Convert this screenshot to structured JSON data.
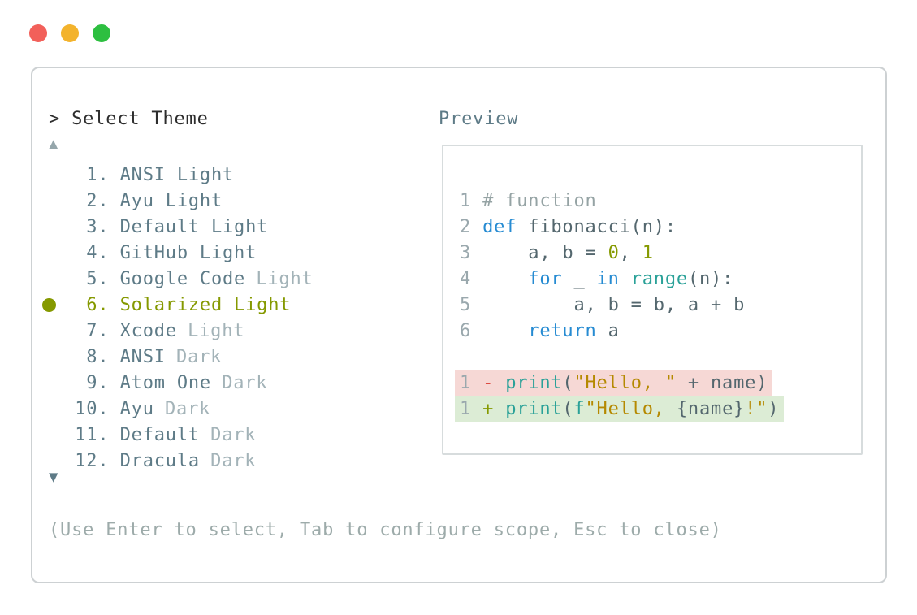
{
  "window": {
    "controls": [
      {
        "name": "close",
        "color": "#f2605a"
      },
      {
        "name": "minimize",
        "color": "#f3b32d"
      },
      {
        "name": "maximize",
        "color": "#2dbf40"
      }
    ]
  },
  "selector": {
    "title": "> Select Theme",
    "scroll_up": "▲",
    "scroll_down": "▼",
    "hint": "(Use Enter to select, Tab to configure scope, Esc to close)",
    "selected_theme": "Solarized Light",
    "items": [
      {
        "number": "1.",
        "name": "ANSI Light",
        "variant": "",
        "selected": false
      },
      {
        "number": "2.",
        "name": "Ayu Light",
        "variant": "",
        "selected": false
      },
      {
        "number": "3.",
        "name": "Default Light",
        "variant": "",
        "selected": false
      },
      {
        "number": "4.",
        "name": "GitHub Light",
        "variant": "",
        "selected": false
      },
      {
        "number": "5.",
        "name": "Google Code",
        "variant": "Light",
        "selected": false
      },
      {
        "number": "6.",
        "name": "Solarized Light",
        "variant": "",
        "selected": true
      },
      {
        "number": "7.",
        "name": "Xcode",
        "variant": "Light",
        "selected": false
      },
      {
        "number": "8.",
        "name": "ANSI",
        "variant": "Dark",
        "selected": false
      },
      {
        "number": "9.",
        "name": "Atom One",
        "variant": "Dark",
        "selected": false
      },
      {
        "number": "10.",
        "name": "Ayu",
        "variant": "Dark",
        "selected": false
      },
      {
        "number": "11.",
        "name": "Default",
        "variant": "Dark",
        "selected": false
      },
      {
        "number": "12.",
        "name": "Dracula",
        "variant": "Dark",
        "selected": false
      }
    ]
  },
  "preview": {
    "title": "Preview",
    "code": [
      {
        "num": "1",
        "diff": "",
        "tokens": [
          [
            "comment",
            " # function"
          ]
        ]
      },
      {
        "num": "2",
        "diff": "",
        "tokens": [
          [
            "plain",
            " "
          ],
          [
            "keyword",
            "def"
          ],
          [
            "plain",
            " fibonacci(n):"
          ]
        ]
      },
      {
        "num": "3",
        "diff": "",
        "tokens": [
          [
            "plain",
            "     a, b = "
          ],
          [
            "number",
            "0"
          ],
          [
            "plain",
            ", "
          ],
          [
            "number",
            "1"
          ]
        ]
      },
      {
        "num": "4",
        "diff": "",
        "tokens": [
          [
            "plain",
            "     "
          ],
          [
            "keyword",
            "for"
          ],
          [
            "plain",
            " _ "
          ],
          [
            "keyword",
            "in"
          ],
          [
            "plain",
            " "
          ],
          [
            "builtin",
            "range"
          ],
          [
            "plain",
            "(n):"
          ]
        ]
      },
      {
        "num": "5",
        "diff": "",
        "tokens": [
          [
            "plain",
            "         a, b = b, a + b"
          ]
        ]
      },
      {
        "num": "6",
        "diff": "",
        "tokens": [
          [
            "plain",
            "     "
          ],
          [
            "keyword",
            "return"
          ],
          [
            "plain",
            " a"
          ]
        ]
      },
      {
        "num": "",
        "diff": "",
        "tokens": []
      },
      {
        "num": "1",
        "diff": "removed",
        "tokens": [
          [
            "plain",
            " "
          ],
          [
            "minus",
            "-"
          ],
          [
            "plain",
            " "
          ],
          [
            "builtin",
            "print"
          ],
          [
            "plain",
            "("
          ],
          [
            "string",
            "\"Hello, \""
          ],
          [
            "plain",
            " + name)"
          ]
        ]
      },
      {
        "num": "1",
        "diff": "added",
        "tokens": [
          [
            "plain",
            " "
          ],
          [
            "plus",
            "+"
          ],
          [
            "plain",
            " "
          ],
          [
            "builtin",
            "print"
          ],
          [
            "plain",
            "("
          ],
          [
            "builtin",
            "f"
          ],
          [
            "string",
            "\"Hello, "
          ],
          [
            "plain",
            "{name}"
          ],
          [
            "string",
            "!\""
          ],
          [
            "plain",
            ")"
          ]
        ]
      }
    ]
  },
  "colors": {
    "list_text": "#5e7b87",
    "list_dim_text": "#a3b3b8",
    "selected_accent": "#859900",
    "prompt_text": "#2d2d2d",
    "hint_text": "#9dabaa",
    "panel_border": "#cdd1d3",
    "preview_border": "#d7dcdd",
    "code_plain": "#54676e",
    "code_comment": "#95a3a4",
    "code_keyword": "#268bd2",
    "code_builtin": "#2aa198",
    "code_string": "#b58900",
    "code_number": "#859900",
    "diff_removed_bg": "#f6d8d5",
    "diff_added_bg": "#dcecd5",
    "diff_minus": "#dc4b42",
    "diff_plus": "#859900"
  }
}
